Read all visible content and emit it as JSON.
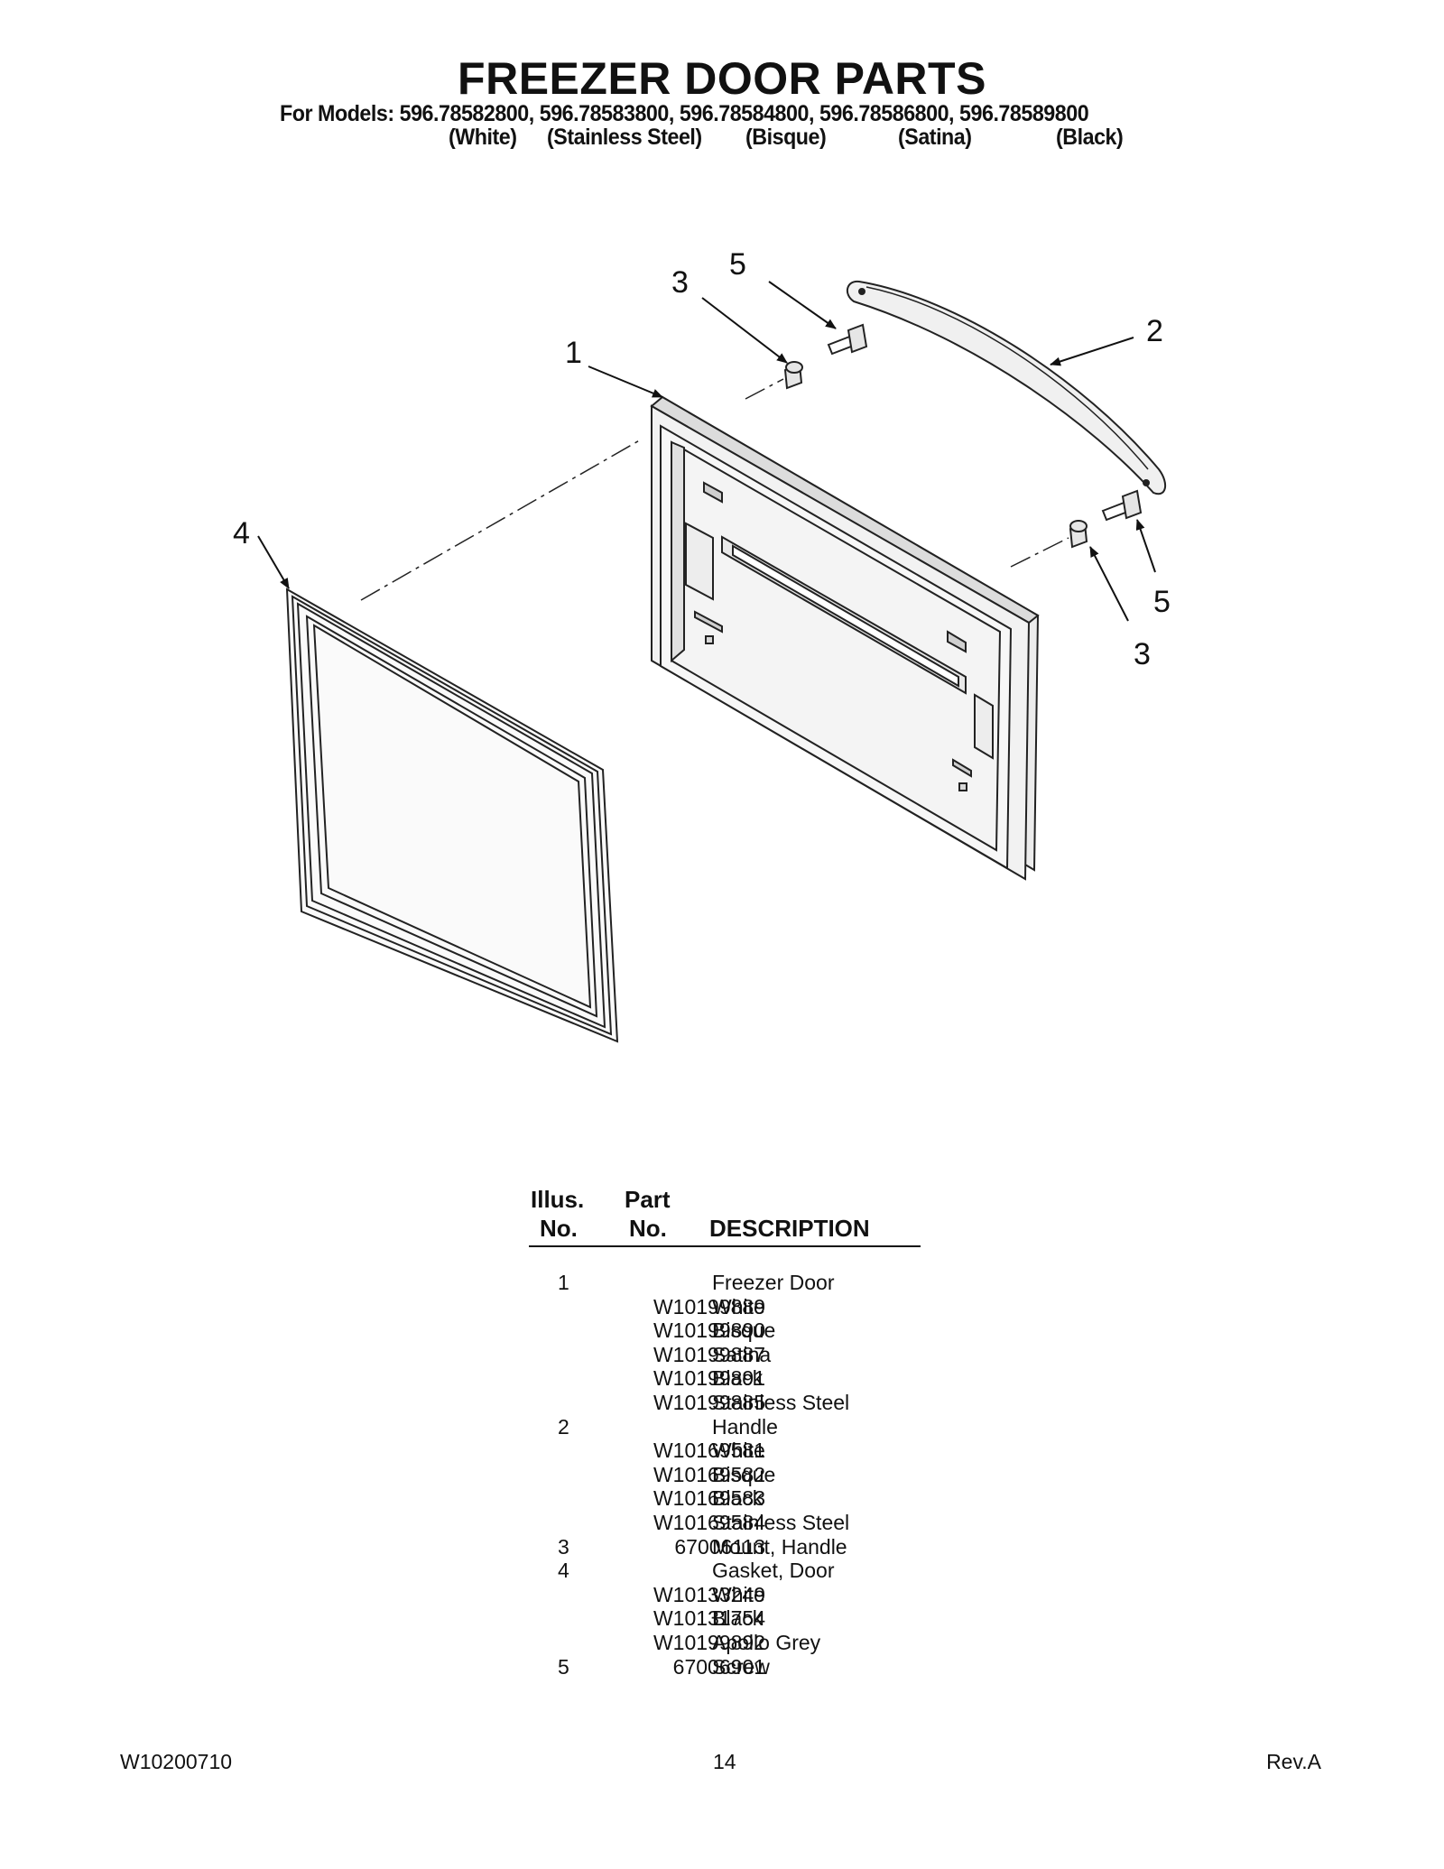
{
  "header": {
    "title": "FREEZER DOOR PARTS",
    "models_line": "For Models: 596.78582800, 596.78583800, 596.78584800, 596.78586800, 596.78589800",
    "finishes": [
      "(White)",
      "(Stainless Steel)",
      "(Bisque)",
      "(Satina)",
      "(Black)"
    ]
  },
  "callouts": {
    "door": "1",
    "handle": "2",
    "mount_top": "3",
    "screw_top": "5",
    "gasket": "4",
    "screw_bottom": "5",
    "mount_bottom": "3"
  },
  "table": {
    "header_illus_1": "Illus.",
    "header_illus_2": "No.",
    "header_part_1": "Part",
    "header_part_2": "No.",
    "header_desc": "DESCRIPTION",
    "rows": [
      {
        "illus": "1",
        "part": "",
        "desc": "Freezer Door"
      },
      {
        "illus": "",
        "part": "W10199889",
        "desc": "White"
      },
      {
        "illus": "",
        "part": "W10199890",
        "desc": "Bisque"
      },
      {
        "illus": "",
        "part": "W10199887",
        "desc": "Satina"
      },
      {
        "illus": "",
        "part": "W10199891",
        "desc": "Black"
      },
      {
        "illus": "",
        "part": "W10199885",
        "desc": "Stainless Steel"
      },
      {
        "illus": "2",
        "part": "",
        "desc": "Handle"
      },
      {
        "illus": "",
        "part": "W10169581",
        "desc": "White"
      },
      {
        "illus": "",
        "part": "W10169582",
        "desc": "Bisque"
      },
      {
        "illus": "",
        "part": "W10169583",
        "desc": "Black"
      },
      {
        "illus": "",
        "part": "W10169584",
        "desc": "Stainless Steel"
      },
      {
        "illus": "3",
        "part": "67006113",
        "desc": "Mount, Handle"
      },
      {
        "illus": "4",
        "part": "",
        "desc": "Gasket, Door"
      },
      {
        "illus": "",
        "part": "W10133249",
        "desc": "White"
      },
      {
        "illus": "",
        "part": "W10131754",
        "desc": "Black"
      },
      {
        "illus": "",
        "part": "W10199892",
        "desc": "Apollo Grey"
      },
      {
        "illus": "5",
        "part": "67006901",
        "desc": "Screw"
      }
    ]
  },
  "footer": {
    "doc_number": "W10200710",
    "page_number": "14",
    "revision": "Rev.A"
  }
}
